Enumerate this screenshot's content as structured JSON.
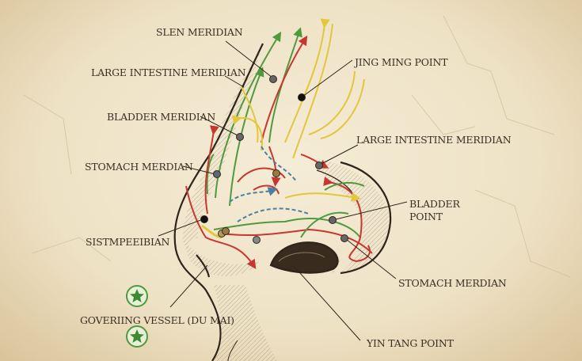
{
  "labels": {
    "slen_meridian": "SLEN MERIDIAN",
    "large_intestine_left": "LARGE INTESTINE MERIDIAN",
    "bladder_meridian": "BLADDER MERIDIAN",
    "stomach_left": "STOMACH MERDIAN",
    "sistmpeelbian": "SISTMPEEIBIAN",
    "governing_vessel": "GOVERIING VESSEL (DU MAI)",
    "jing_ming": "JING MING POINT",
    "large_intestine_right": "LARGE INTESTINE MERIDIAN",
    "bladder_point_1": "BLADDER",
    "bladder_point_2": "POINT",
    "stomach_right": "STOMACH MERDIAN",
    "yin_tang": "YIN TANG POINT"
  },
  "colors": {
    "green": "#4f9a3f",
    "red": "#c8372f",
    "yellow": "#e2c73a",
    "blue": "#4d7fa0",
    "ink": "#2e241a"
  }
}
